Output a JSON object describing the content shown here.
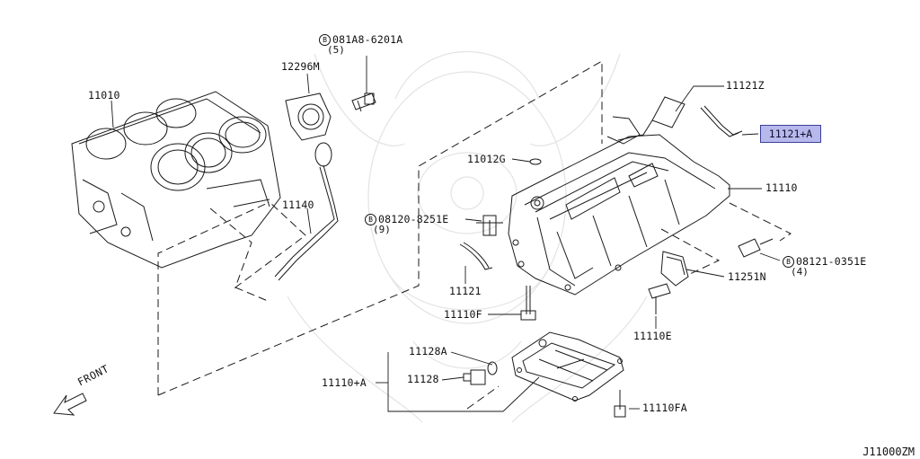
{
  "diagram": {
    "code": "J11000ZM",
    "front_label": "FRONT",
    "highlighted_part": "11121+A",
    "bolt_symbol": "B"
  },
  "parts": {
    "p11010": "11010",
    "p12296m": "12296M",
    "p081a8": {
      "number": "081A8-6201A",
      "qty": "(5)"
    },
    "p11140": "11140",
    "p11121z": "11121Z",
    "p11121a": "11121+A",
    "p11012g": "11012G",
    "p08120": {
      "number": "08120-8251E",
      "qty": "(9)"
    },
    "p11110": "11110",
    "p08121": {
      "number": "08121-0351E",
      "qty": "(4)"
    },
    "p11121": "11121",
    "p11251n": "11251N",
    "p11110f": "11110F",
    "p11110e": "11110E",
    "p11128a": "11128A",
    "p11110a": "11110+A",
    "p11128": "11128",
    "p11110fa": "11110FA"
  }
}
